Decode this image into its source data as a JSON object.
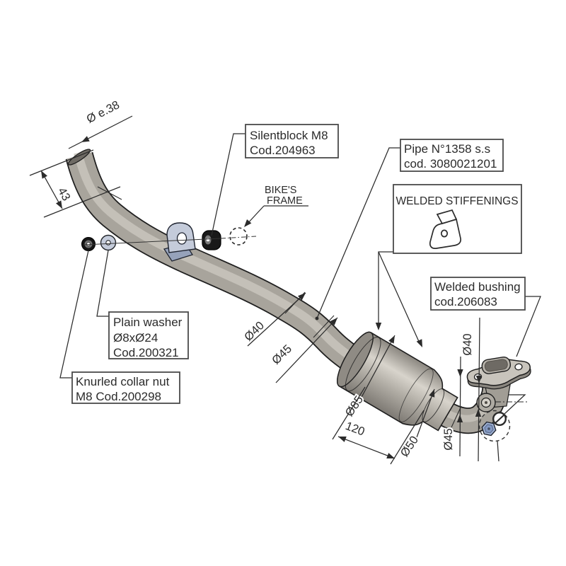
{
  "drawing": {
    "background": "#ffffff",
    "ink": "#2b2b2b",
    "pipe_gray": "#a8a49c",
    "part_blue": "#c4cbda",
    "callouts": {
      "silentblock": [
        "Silentblock M8",
        "Cod.204963"
      ],
      "pipe": [
        "Pipe N°1358 s.s",
        "cod. 3080021201"
      ],
      "stiffenings": [
        "WELDED STIFFENINGS"
      ],
      "bushing": [
        "Welded bushing",
        "cod.206083"
      ],
      "washer": [
        "Plain washer",
        "Ø8xØ24",
        "Cod.200321"
      ],
      "collar_nut": [
        "Knurled collar nut",
        "M8 Cod.200298"
      ],
      "frame": [
        "BIKE'S",
        "FRAME"
      ]
    },
    "dims": {
      "end_dia": "Ø e.38",
      "end_len": "43",
      "mid_dia_40": "Ø40",
      "mid_dia_45": "Ø45",
      "cat_dia": "Ø85",
      "cat_len": "120",
      "outlet_dia": "Ø50",
      "tail_dia_45": "Ø45",
      "tail_dia_40": "Ø40"
    }
  }
}
